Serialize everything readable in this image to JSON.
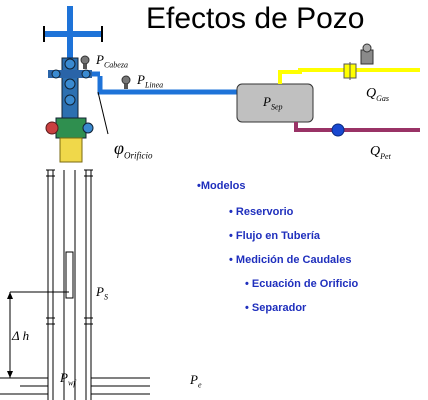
{
  "title": "Efectos de Pozo",
  "labels": {
    "p_cabeza": {
      "main": "P",
      "sub": "Cabeza"
    },
    "p_linea": {
      "main": "P",
      "sub": "Linea"
    },
    "p_sep": {
      "main": "P",
      "sub": "Sep"
    },
    "q_gas": {
      "main": "Q",
      "sub": "Gas"
    },
    "q_pet": {
      "main": "Q",
      "sub": "Pet"
    },
    "phi_orificio": {
      "main": "φ",
      "sub": "Orificio"
    },
    "p_s": {
      "main": "P",
      "sub": "S"
    },
    "delta_h": "Δ h",
    "p_wf": {
      "main": "P",
      "sub": "wf"
    },
    "p_e": {
      "main": "P",
      "sub": "e"
    }
  },
  "bullets": [
    {
      "marker": "•",
      "text": "Modelos"
    },
    {
      "marker": "•",
      "text": "Reservorio"
    },
    {
      "marker": "•",
      "text": "Flujo en Tubería"
    },
    {
      "marker": "•",
      "text": "Medición de Caudales"
    },
    {
      "marker": "•",
      "text": "Ecuación de Orificio"
    },
    {
      "marker": "•",
      "text": "Separador"
    }
  ],
  "colors": {
    "gas_line": "#ffff00",
    "oil_line": "#993366",
    "flow_line": "#1e73d8",
    "separator_fill": "#c0c0c0",
    "bullet_text": "#1f2fbd"
  }
}
